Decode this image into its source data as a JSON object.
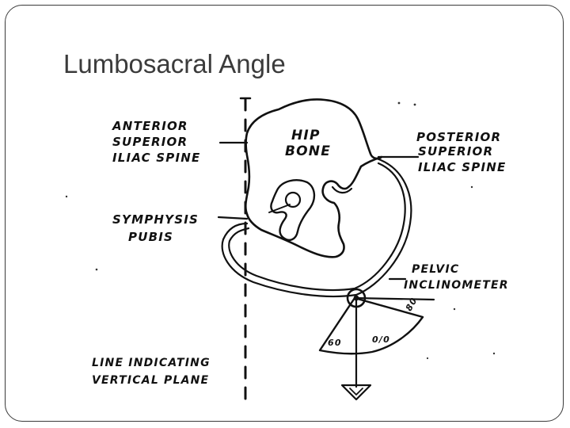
{
  "slide": {
    "title": "Lumbosacral Angle"
  },
  "diagram": {
    "labels": {
      "asis": [
        "ANTERIOR",
        "SUPERIOR",
        "ILIAC SPINE"
      ],
      "hip_bone": [
        "HIP",
        "BONE"
      ],
      "psis": [
        "POSTERIOR",
        "SUPERIOR",
        "ILIAC SPINE"
      ],
      "symphysis": [
        "SYMPHYSIS",
        "PUBIS"
      ],
      "inclinometer": [
        "PELVIC",
        "INCLINOMETER"
      ],
      "vertical_plane": [
        "LINE INDICATING",
        "VERTICAL PLANE"
      ],
      "scale_marks": [
        "80",
        "60",
        "0/0"
      ]
    }
  }
}
